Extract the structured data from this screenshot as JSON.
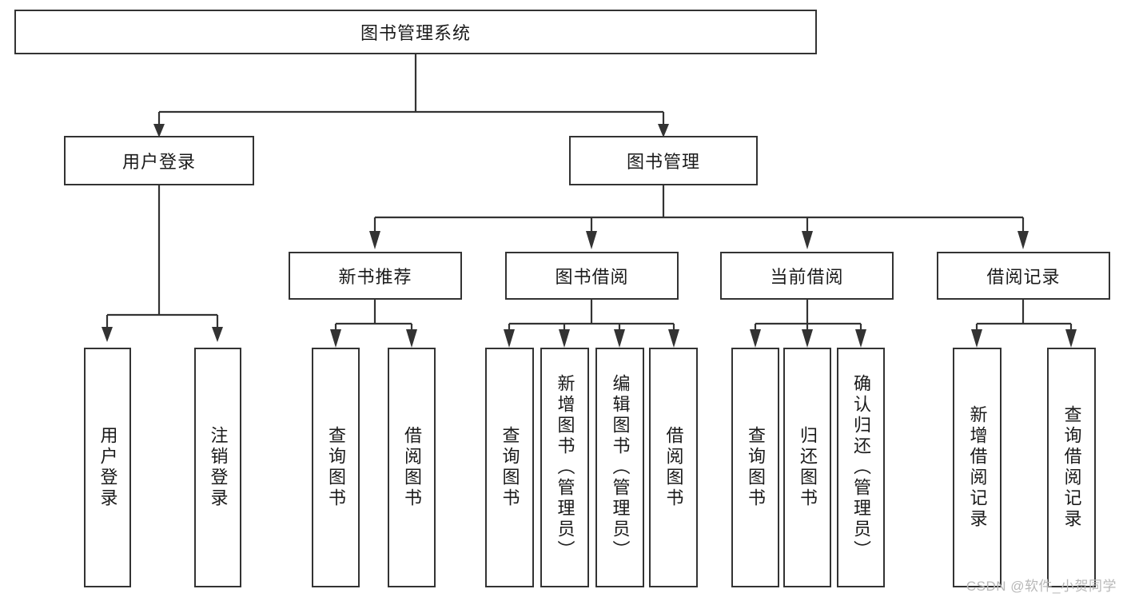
{
  "diagram": {
    "title": "图书管理系统",
    "watermark": "CSDN @软件_小贺同学",
    "line_color": "#333333",
    "box_fill": "#ffffff",
    "text_color": "#1a1a1a"
  },
  "nodes": {
    "root": {
      "label": "图书管理系统"
    },
    "level1": [
      {
        "label": "用户登录"
      },
      {
        "label": "图书管理"
      }
    ],
    "level2": [
      {
        "label": "新书推荐"
      },
      {
        "label": "图书借阅"
      },
      {
        "label": "当前借阅"
      },
      {
        "label": "借阅记录"
      }
    ],
    "leaves": {
      "user_login": [
        {
          "label": "用户登录"
        },
        {
          "label": "注销登录"
        }
      ],
      "new_book": [
        {
          "label": "查询图书"
        },
        {
          "label": "借阅图书"
        }
      ],
      "book_borrow": [
        {
          "label": "查询图书"
        },
        {
          "label": "新增图书（管理员）"
        },
        {
          "label": "编辑图书（管理员）"
        },
        {
          "label": "借阅图书"
        }
      ],
      "current_borrow": [
        {
          "label": "查询图书"
        },
        {
          "label": "归还图书"
        },
        {
          "label": "确认归还（管理员）"
        }
      ],
      "borrow_record": [
        {
          "label": "新增借阅记录"
        },
        {
          "label": "查询借阅记录"
        }
      ]
    }
  }
}
